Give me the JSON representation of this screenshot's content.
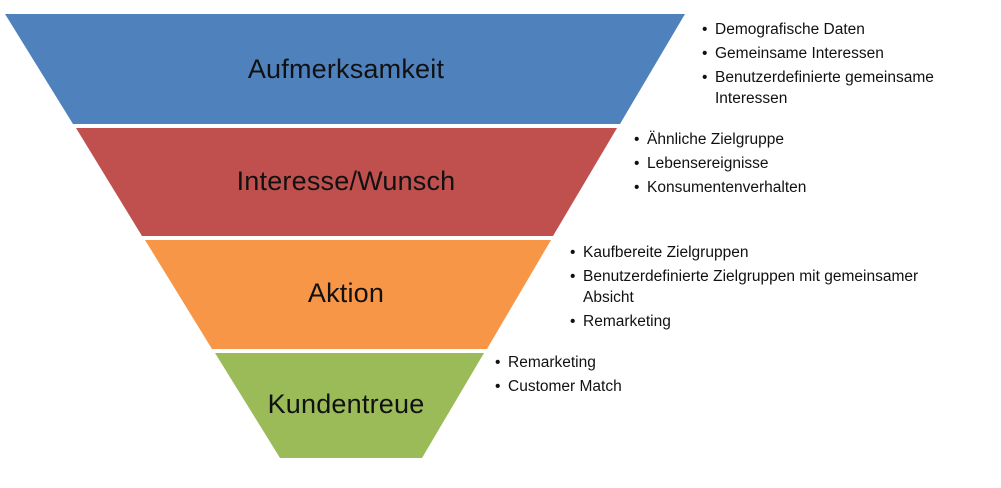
{
  "diagram": {
    "type": "inverted-funnel",
    "text_color": "#111111",
    "background_color": "#ffffff",
    "stages": [
      {
        "label": "Aufmerksamkeit",
        "color": "#4f81bd",
        "bullets": [
          "Demografische Daten",
          "Gemeinsame Interessen",
          "Benutzerdefinierte gemeinsame\nInteressen"
        ]
      },
      {
        "label": "Interesse/Wunsch",
        "color": "#c0504d",
        "bullets": [
          "Ähnliche Zielgruppe",
          "Lebensereignisse",
          "Konsumentenverhalten"
        ]
      },
      {
        "label": "Aktion",
        "color": "#f79646",
        "bullets": [
          "Kaufbereite Zielgruppen",
          "Benutzerdefinierte Zielgruppen mit gemeinsamer\nAbsicht",
          "Remarketing"
        ]
      },
      {
        "label": "Kundentreue",
        "color": "#9bbb59",
        "bullets": [
          "Remarketing",
          "Customer Match"
        ]
      }
    ]
  },
  "icons": {
    "bullet": "•"
  }
}
